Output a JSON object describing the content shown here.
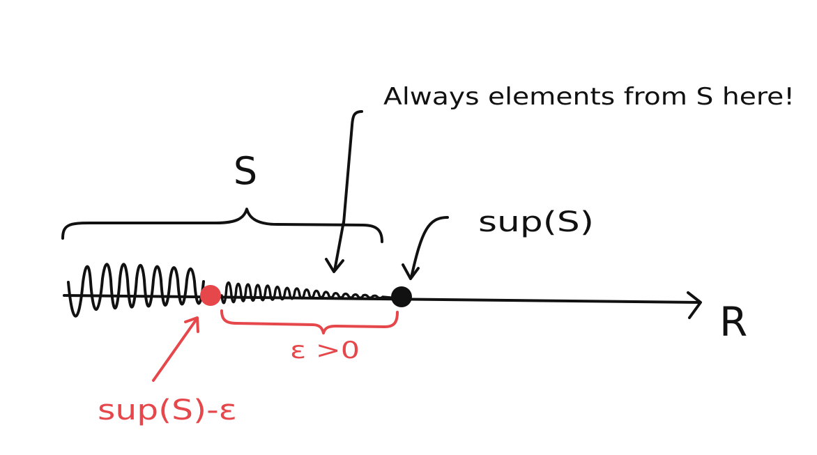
{
  "labels": {
    "set_name": "S",
    "callout": "Always elements from S here!",
    "sup_label": "sup(S)",
    "axis_label": "R",
    "epsilon_label": "ε >0",
    "sup_minus_eps": "sup(S)-ε"
  },
  "colors": {
    "ink": "#111111",
    "accent": "#e5474b"
  }
}
